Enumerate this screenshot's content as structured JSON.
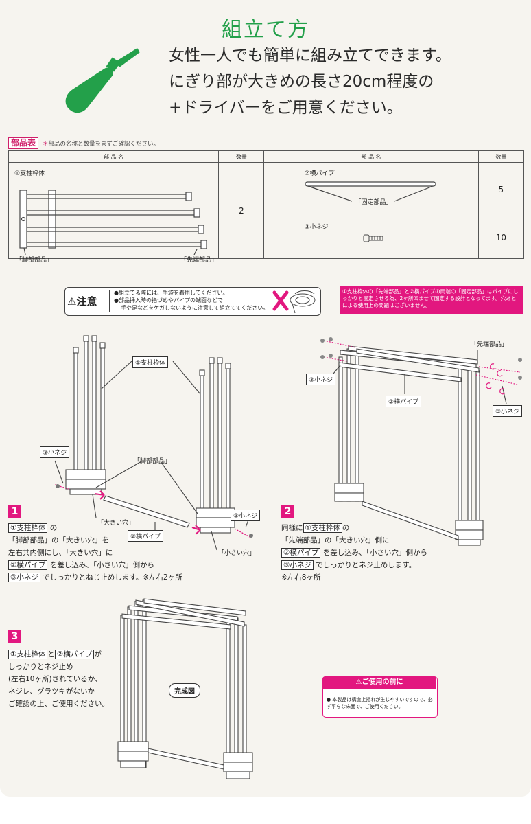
{
  "title": "組立て方",
  "intro": [
    "女性一人でも簡単に組み立てできます。",
    "にぎり部が大きめの長さ20cm程度の",
    "+ドライバーをご用意ください。"
  ],
  "parts": {
    "label": "部品表",
    "note_star": "＊",
    "note": "部品の名称と数量をまずご確認ください。",
    "header_name": "部 品 名",
    "header_qty": "数量",
    "frame_name": "①支柱枠体",
    "frame_qty": "2",
    "frame_foot": "「脚部部品」",
    "frame_tip": "「先端部品」",
    "pipe_name": "②横パイプ",
    "pipe_qty": "5",
    "pipe_fixing": "「固定部品」",
    "screw_name": "③小ネジ",
    "screw_qty": "10"
  },
  "warning": {
    "title": "⚠注意",
    "line1": "●組立てる際には、手袋を着用してください。",
    "line2": "●部品挿入時の指づめやパイプの端面などで",
    "line3": "手や足などをケガしないように注意して組立ててください。"
  },
  "pink_note": "①支柱枠体の「先端部品」と②横パイプの両端の「固定部品」はパイプにしっかりと固定させる為、2ヶ所凹ませて固定する設計となってます。穴あとによる使用上の問題はございません。",
  "step1": {
    "num": "1",
    "callout_frame": "①支柱枠体",
    "callout_foot": "「脚部部品」",
    "callout_screw_left": "③小ネジ",
    "callout_screw_right": "③小ネジ",
    "callout_bighole": "「大きい穴」",
    "callout_pipe": "②横パイプ",
    "callout_smallhole": "「小さい穴」",
    "t_frame": "①支柱枠体",
    "t1b": "の",
    "t2": "「脚部部品」の「大きい穴」を",
    "t3": "左右共内側にし、「大きい穴」に",
    "t_pipe": "②横パイプ",
    "t4b": "を差し込み、「小さい穴」側から",
    "t_screw": "③小ネジ",
    "t5b": "でしっかりとねじ止めします。※左右2ヶ所"
  },
  "step2": {
    "num": "2",
    "callout_tip": "「先端部品」",
    "callout_screw_left": "③小ネジ",
    "callout_pipe": "②横パイプ",
    "callout_screw_right": "③小ネジ",
    "t1a": "同様に",
    "t_frame": "①支柱枠体",
    "t1b": "の",
    "t2": "「先端部品」の「大きい穴」側に",
    "t_pipe": "②横パイプ",
    "t3b": "を差し込み、「小さい穴」側から",
    "t_screw": "③小ネジ",
    "t4b": "でしっかりとネジ止めします。",
    "t5": "※左右8ヶ所"
  },
  "step3": {
    "num": "3",
    "t_frame": "①支柱枠体",
    "t1m": "と",
    "t_pipe": "②横パイプ",
    "t1b": "が",
    "t2": "しっかりとネジ止め",
    "t3": "(左右10ヶ所)されているか、",
    "t4": "ネジレ、グラツキがないか",
    "t5": "ご確認の上、ご使用ください。",
    "finished": "完成図"
  },
  "before_use": {
    "title": "⚠ご使用の前に",
    "text": "● 本製品は構造上揺れが生じやすいですので、必ず平らな床面で、ご使用ください。"
  },
  "colors": {
    "accent_green": "#23a04a",
    "accent_pink": "#e2177f"
  },
  "icons": [
    "screwdriver-icon",
    "warning-icon",
    "no-hand-icon"
  ]
}
